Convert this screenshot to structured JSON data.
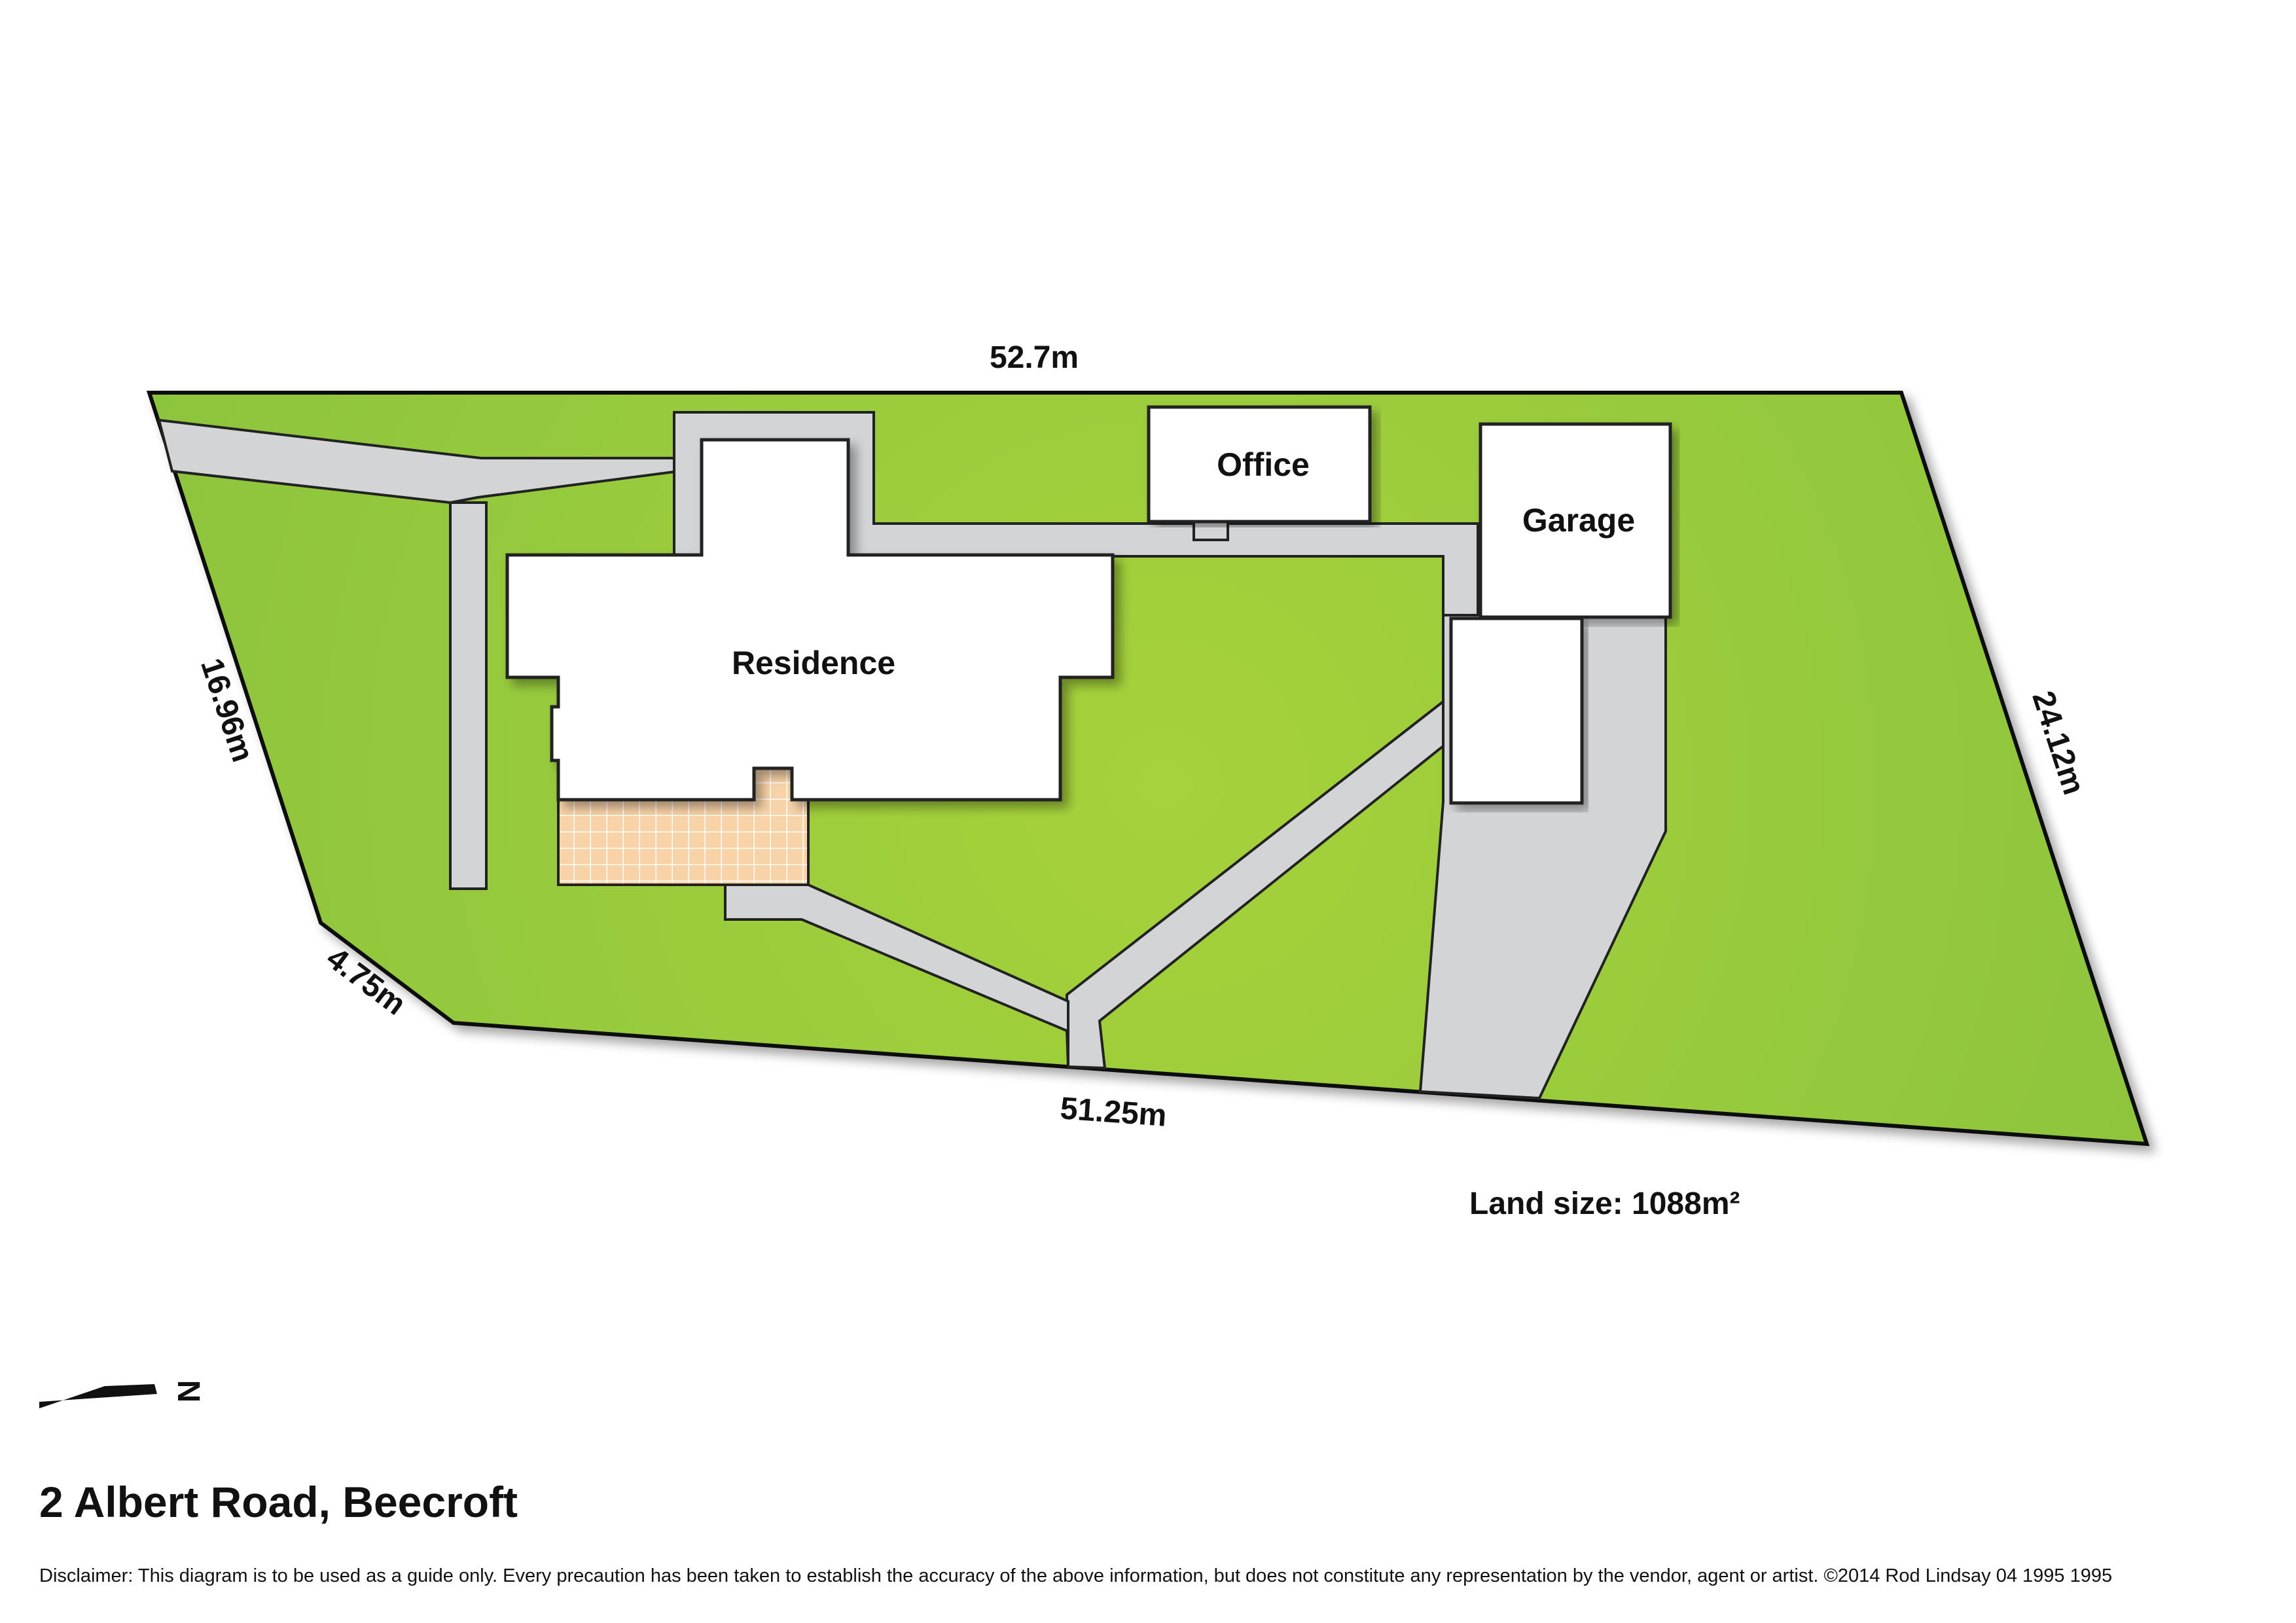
{
  "dimensions": {
    "top": "52.7m",
    "left": "16.96m",
    "right": "24.12m",
    "corner": "4.75m",
    "bottom": "51.25m"
  },
  "buildings": {
    "residence": "Residence",
    "office": "Office",
    "garage": "Garage"
  },
  "land_size_label": "Land size: 1088m²",
  "compass_label": "N",
  "address": "2 Albert Road, Beecroft",
  "disclaimer": "Disclaimer: This diagram is to be used as a guide only.  Every precaution has been taken to establish the accuracy of the above information, but does not constitute any representation by the vendor, agent or artist.  ©2014 Rod Lindsay  04 1995 1995",
  "colors": {
    "lawn": "#9ccc3c",
    "path": "#d3d4d6",
    "patio": "#f8d3a8",
    "outline": "#222222"
  }
}
